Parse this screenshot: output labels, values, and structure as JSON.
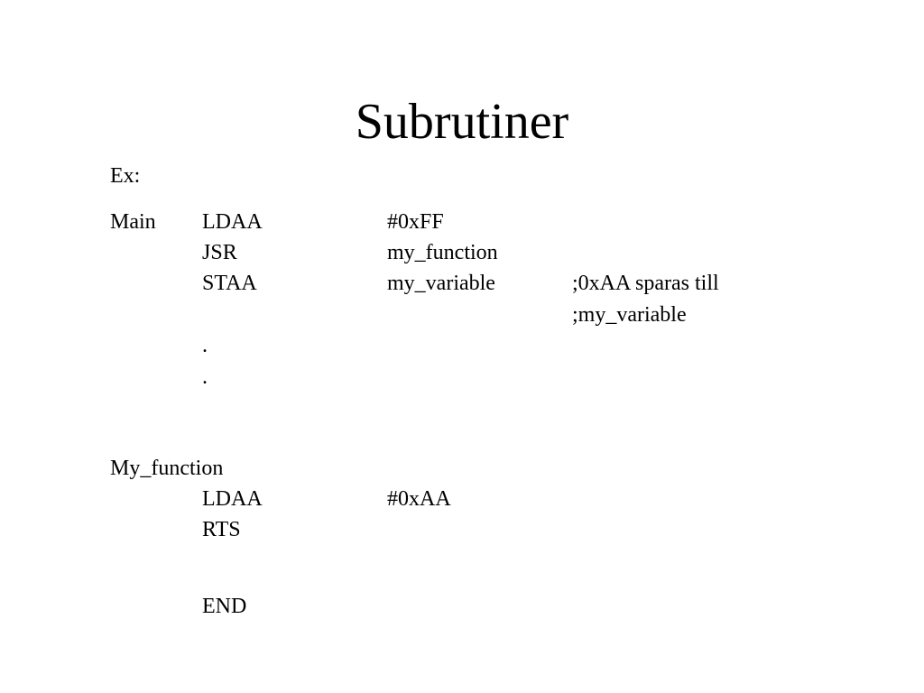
{
  "slide": {
    "title": "Subrutiner",
    "example_label": "Ex:",
    "main_block": {
      "label": "Main",
      "rows": [
        {
          "op": "LDAA",
          "arg": "#0xFF",
          "comment": ""
        },
        {
          "op": "JSR",
          "arg": "my_function",
          "comment": ""
        },
        {
          "op": "STAA",
          "arg": "my_variable",
          "comment": ";0xAA sparas till"
        },
        {
          "op": "",
          "arg": "",
          "comment": ";my_variable"
        },
        {
          "op": ".",
          "arg": "",
          "comment": ""
        },
        {
          "op": ".",
          "arg": "",
          "comment": ""
        }
      ]
    },
    "function_block": {
      "label": "My_function",
      "rows": [
        {
          "op": "LDAA",
          "arg": "#0xAA"
        },
        {
          "op": "RTS",
          "arg": ""
        }
      ]
    },
    "end_label": "END"
  }
}
